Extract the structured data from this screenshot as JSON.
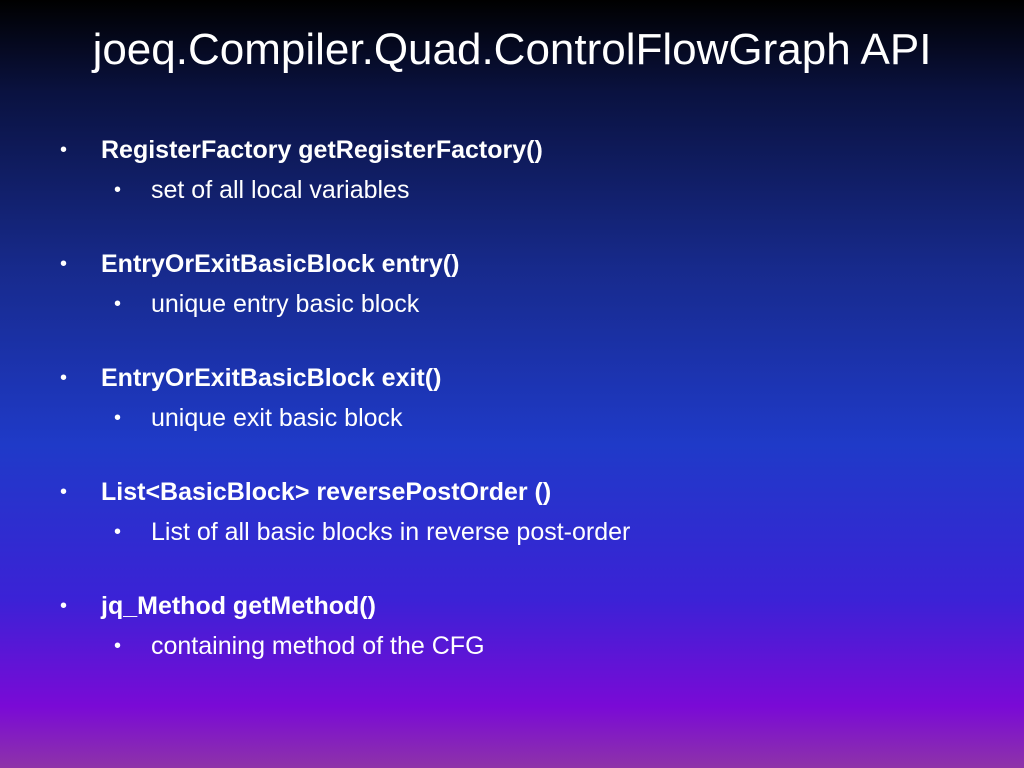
{
  "slide": {
    "title": "joeq.Compiler.Quad.ControlFlowGraph API",
    "bullet_glyph": "•",
    "items": [
      {
        "signature": "RegisterFactory getRegisterFactory()",
        "description": "set of all local variables"
      },
      {
        "signature": "EntryOrExitBasicBlock entry()",
        "description": "unique entry basic block"
      },
      {
        "signature": "EntryOrExitBasicBlock exit()",
        "description": "unique exit basic block"
      },
      {
        "signature": "List<BasicBlock> reversePostOrder ()",
        "description": "List of all basic blocks in reverse post-order"
      },
      {
        "signature": "jq_Method getMethod()",
        "description": "containing method of the CFG"
      }
    ]
  },
  "colors": {
    "text": "#ffffff",
    "background_top": "#000000",
    "background_middle": "#1f3ac8",
    "background_bottom": "#8e33a8"
  }
}
